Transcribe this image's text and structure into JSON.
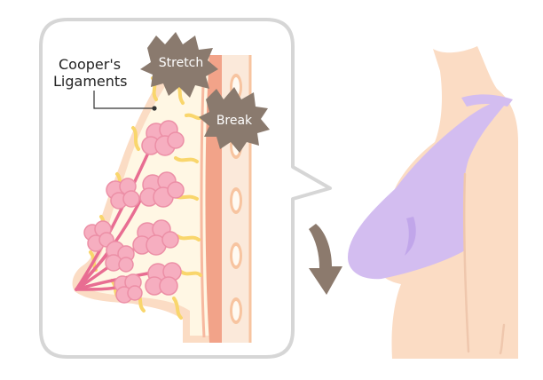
{
  "labels": {
    "coopers_line1": "Cooper's",
    "coopers_line2": "Ligaments",
    "stretch": "Stretch",
    "break": "Break"
  },
  "colors": {
    "bubble_border": "#d6d6d6",
    "skin": "#fbdcc4",
    "skin_dark": "#efc7ad",
    "skin_outline": "#f7c4a0",
    "bra": "#d3bdf0",
    "bra_shadow": "#c1a6ea",
    "muscle": "#f2a389",
    "muscle_edge": "#f7b9a0",
    "rib": "#fbe9da",
    "gland": "#f6aec0",
    "gland_edge": "#ec8fa6",
    "ligament": "#f9d66c",
    "duct": "#e86d92",
    "tissue": "#fff7e4",
    "burst": "#8a7a6e",
    "arrow": "#8c7a6d"
  },
  "icons": {
    "down_arrow": "curved-down-arrow-icon",
    "stretch_burst": "burst-icon",
    "break_burst": "burst-icon"
  }
}
